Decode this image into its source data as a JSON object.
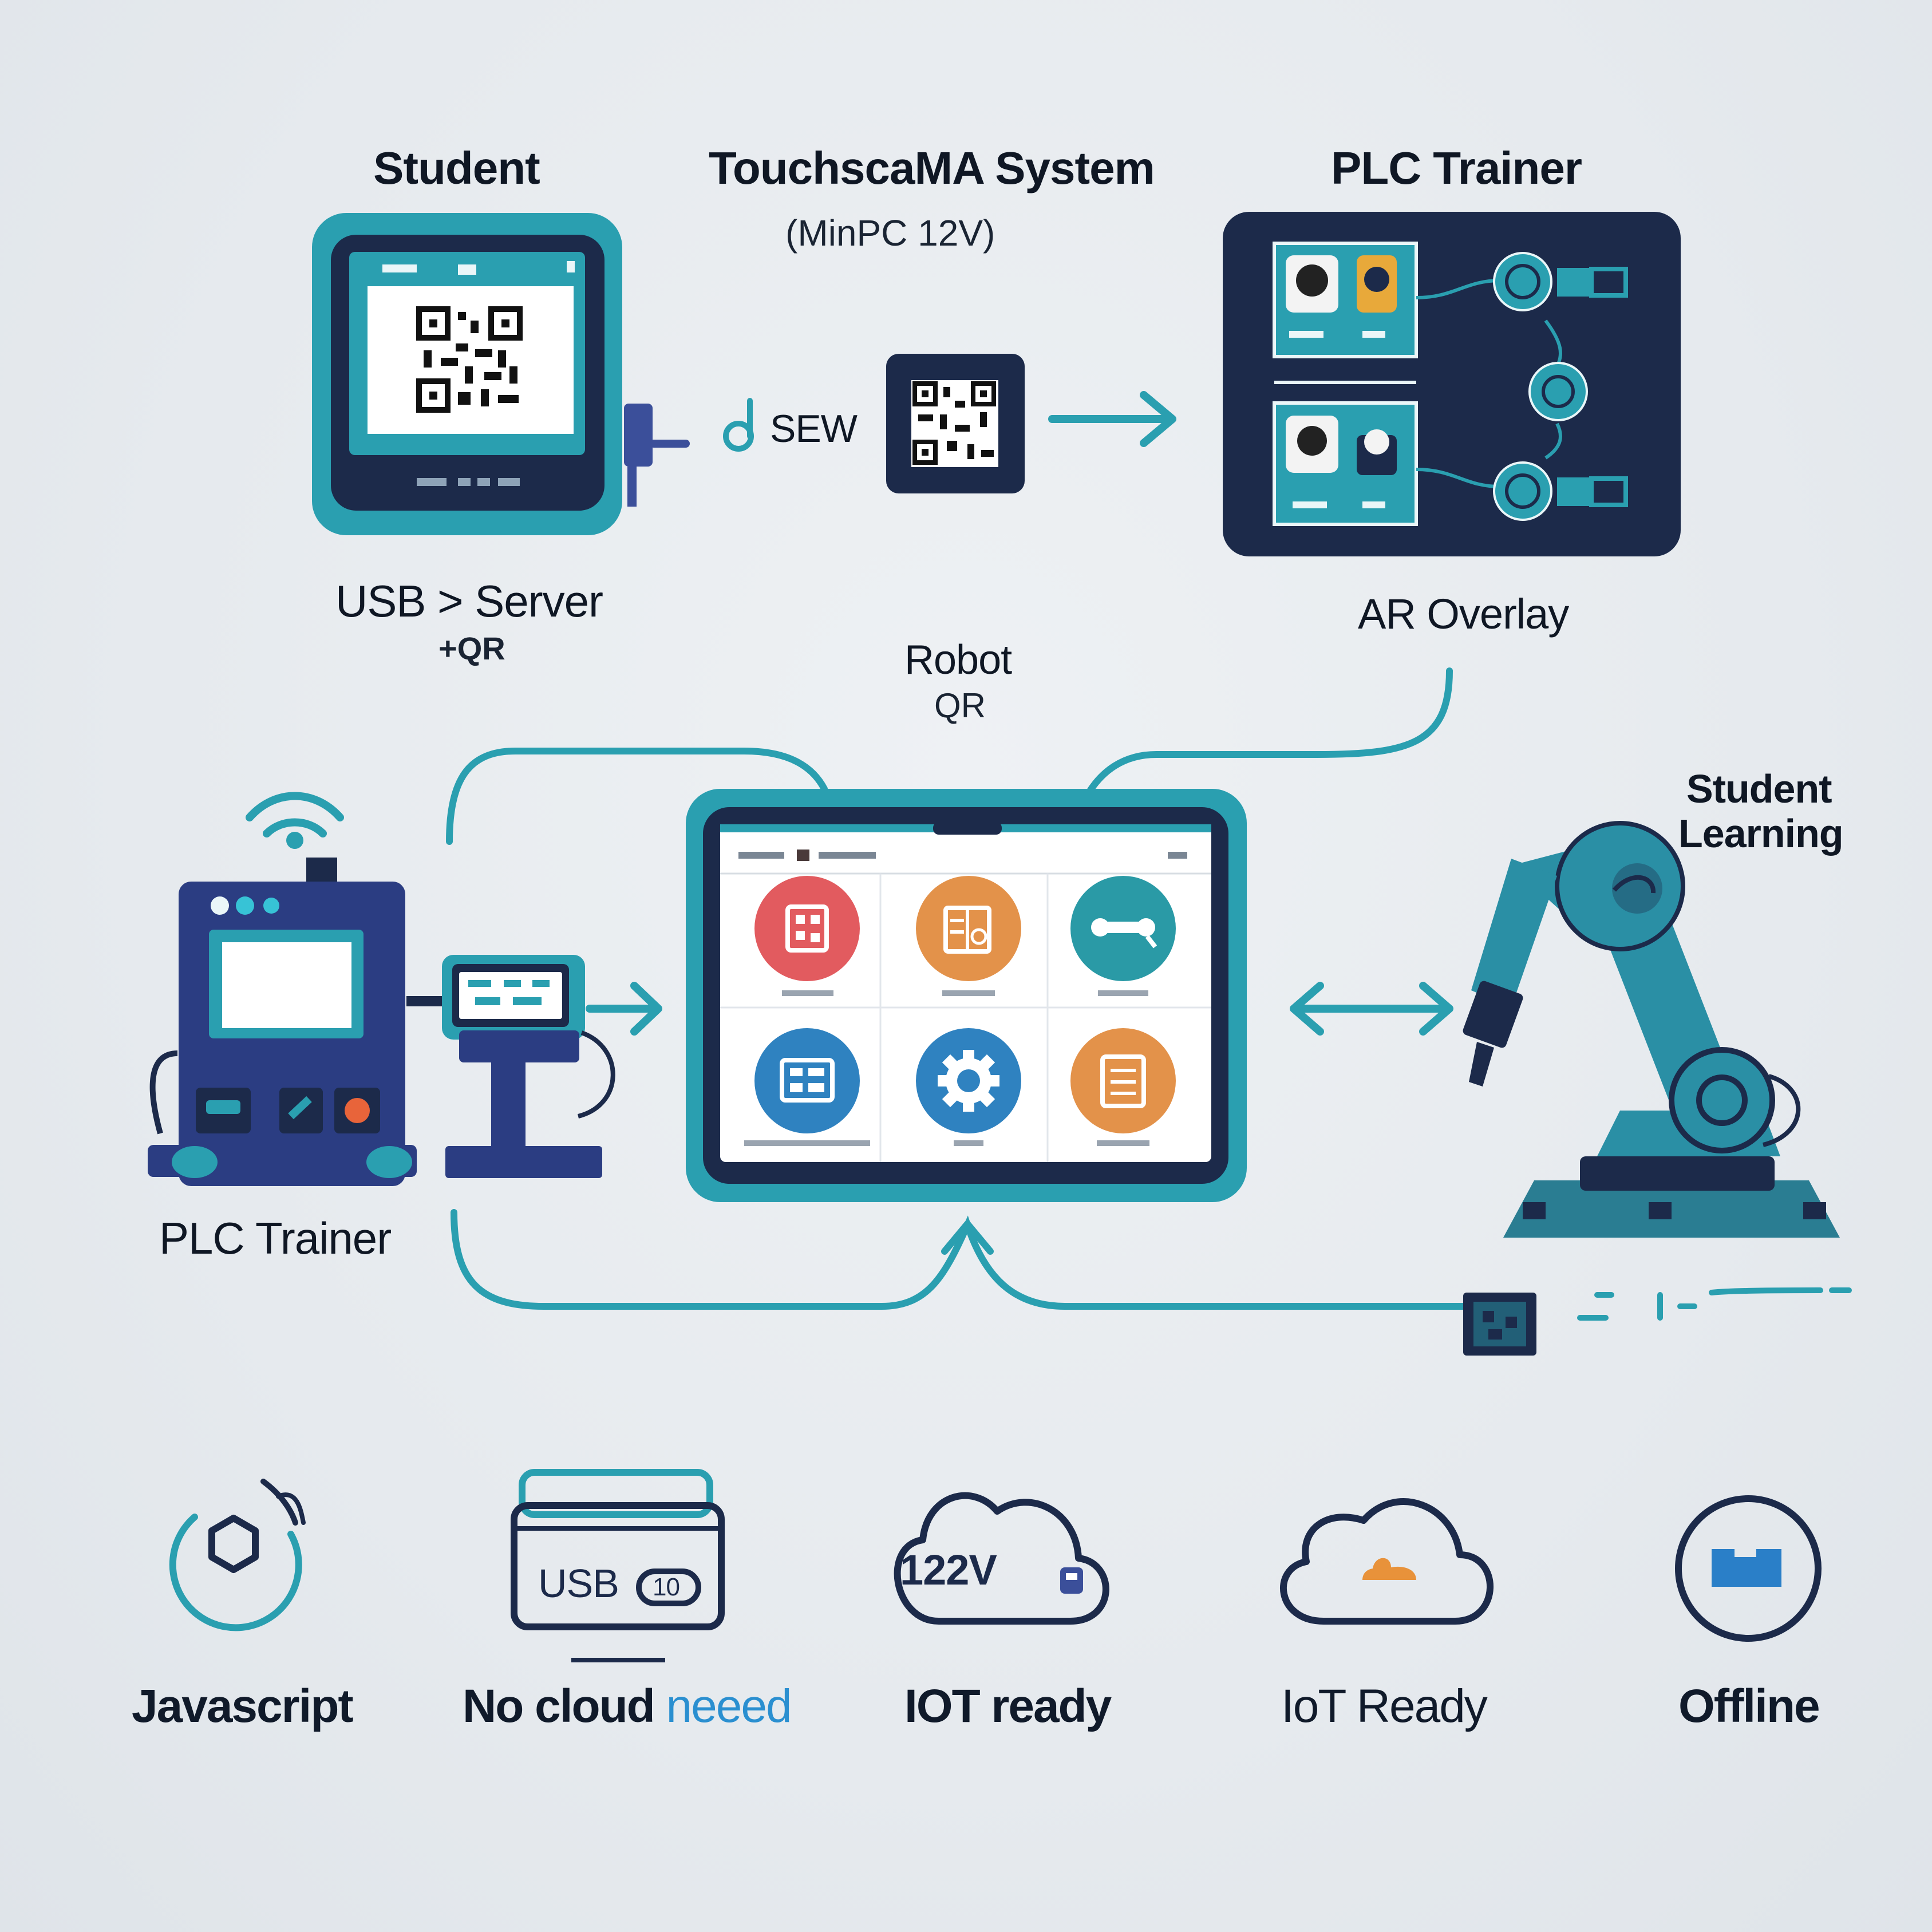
{
  "top": {
    "student_label": "Student",
    "system_label": "TouchscaMA System",
    "system_sub": "(MinPC 12V)",
    "plc_label": "PLC Trainer",
    "sew_label": "SEW",
    "usb_label": "USB > Server",
    "usb_sub": "+QR",
    "ar_label": "AR Overlay"
  },
  "middle": {
    "robot_label": "Robot",
    "robot_sub": "QR",
    "learning_label_1": "Student",
    "learning_label_2": "Learning",
    "plc_label": "PLC Trainer",
    "tablet_tiles": [
      {
        "icon": "qr-icon",
        "color": "#e25b5f"
      },
      {
        "icon": "document-icon",
        "color": "#e3924a"
      },
      {
        "icon": "robot-arm-icon",
        "color": "#2a9aa6"
      },
      {
        "icon": "monitor-icon",
        "color": "#2f82c0"
      },
      {
        "icon": "gear-icon",
        "color": "#2f82c0"
      },
      {
        "icon": "checklist-icon",
        "color": "#e3924a"
      }
    ]
  },
  "features": {
    "javascript": "Javascript",
    "usb_icon_text": "USB",
    "usb_badge": "10",
    "no_cloud_prefix": "No cloud ",
    "no_cloud_accent": "neeed",
    "cloud_text": "122V",
    "iot_ready_1": "IOT ready",
    "iot_ready_2": "IoT Ready",
    "offline": "Offline"
  },
  "colors": {
    "teal": "#2a9fb0",
    "navy": "#1c2a4a",
    "blue": "#3b4f9a",
    "orange": "#e8923a"
  }
}
